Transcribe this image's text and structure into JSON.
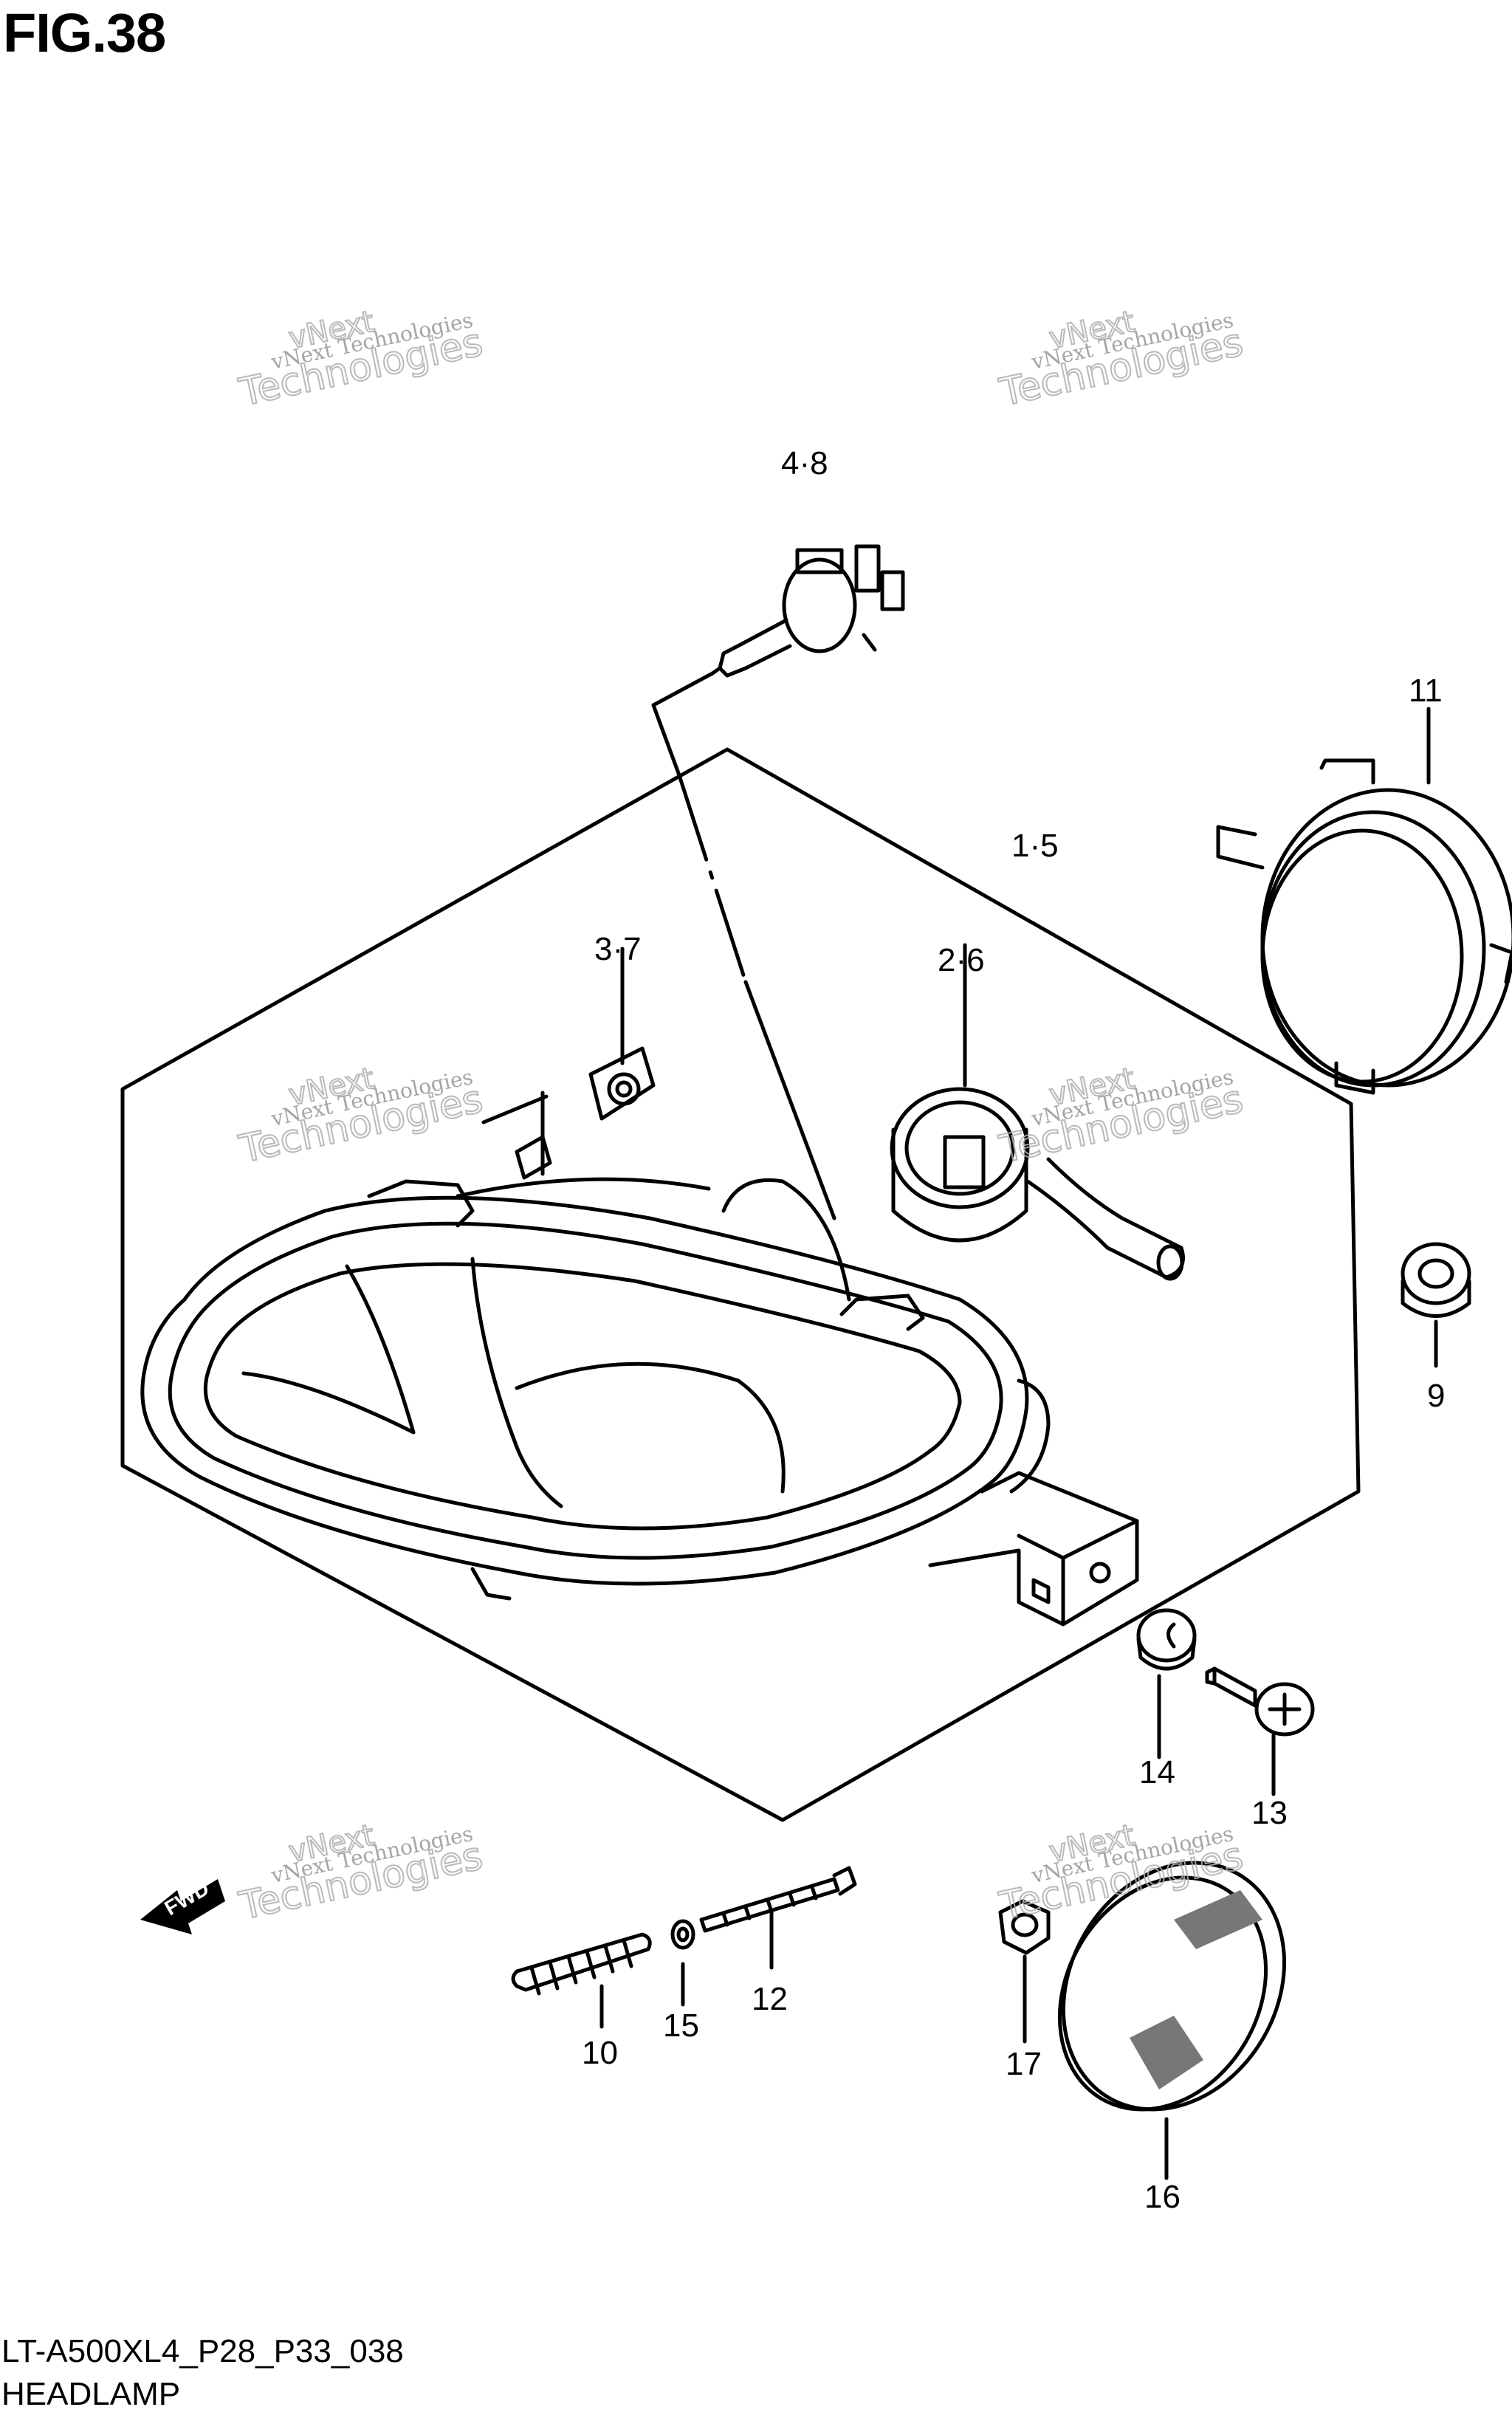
{
  "figure": {
    "title": "FIG.38",
    "model_code": "LT-A500XL4_P28_P33_038",
    "section_name": "HEADLAMP"
  },
  "callouts": [
    {
      "id": "c48",
      "label": "4·8"
    },
    {
      "id": "c11",
      "label": "11"
    },
    {
      "id": "c15a",
      "label": "1·5"
    },
    {
      "id": "c37",
      "label": "3·7"
    },
    {
      "id": "c26",
      "label": "2·6"
    },
    {
      "id": "c9",
      "label": "9"
    },
    {
      "id": "c14",
      "label": "14"
    },
    {
      "id": "c13",
      "label": "13"
    },
    {
      "id": "c12",
      "label": "12"
    },
    {
      "id": "c15",
      "label": "15"
    },
    {
      "id": "c10",
      "label": "10"
    },
    {
      "id": "c17",
      "label": "17"
    },
    {
      "id": "c16",
      "label": "16"
    }
  ],
  "direction_arrow": {
    "label": "FWD"
  },
  "watermark": {
    "line1": "vNext Technologies",
    "line2": "vNext",
    "line3": "Technologies",
    "color": "#9a9a9a"
  }
}
